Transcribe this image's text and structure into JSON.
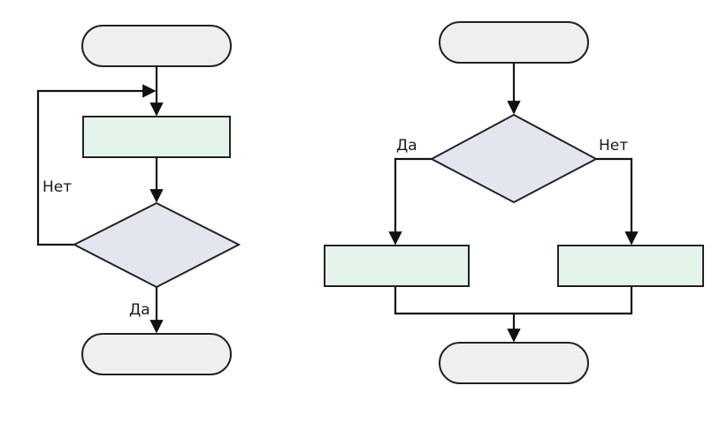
{
  "loop_diagram": {
    "no_label": "Нет",
    "yes_label": "Да"
  },
  "branch_diagram": {
    "yes_label": "Да",
    "no_label": "Нет"
  },
  "colors": {
    "terminal_fill": "#efeff1",
    "process_fill": "#e5f4ea",
    "decision_fill": "#e4e6ef",
    "stroke": "#222222"
  }
}
